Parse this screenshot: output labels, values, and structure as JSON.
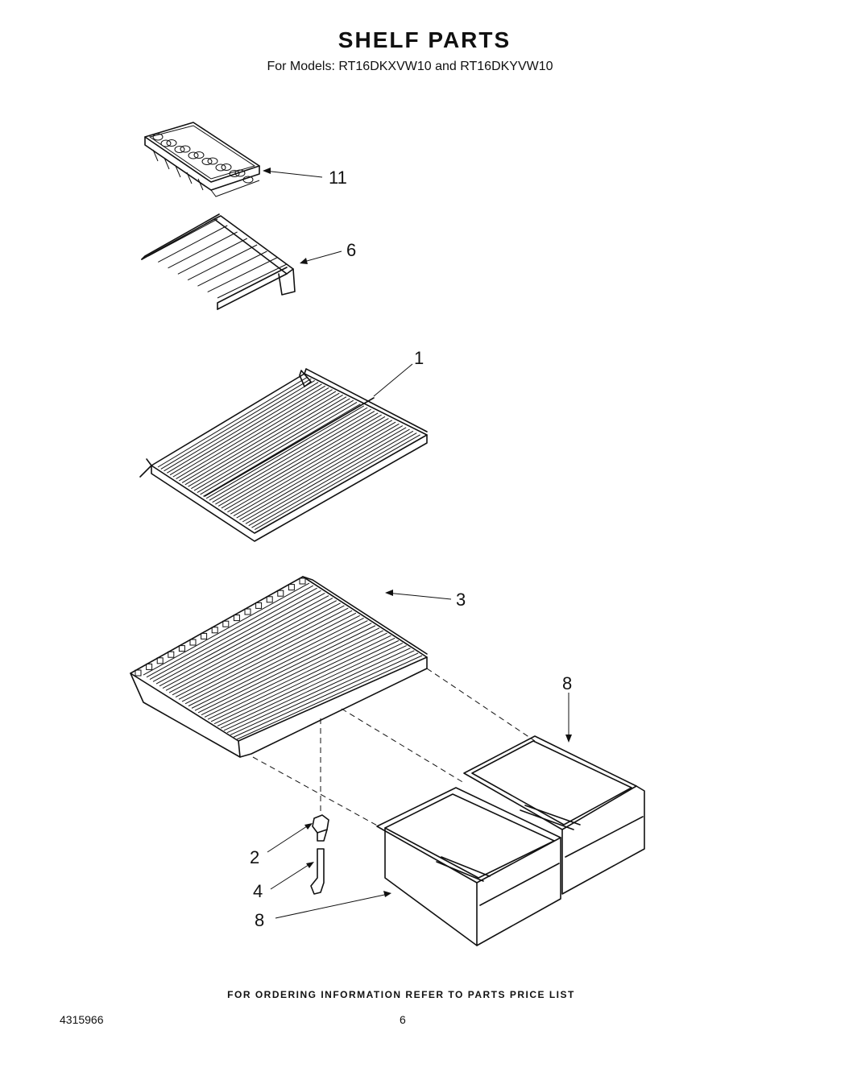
{
  "header": {
    "title": "SHELF PARTS",
    "subtitle": "For Models: RT16DKXVW10 and RT16DKYVW10"
  },
  "callouts": {
    "ice_tray": "11",
    "wire_rack": "6",
    "shelf_upper": "1",
    "shelf_crisper": "3",
    "crisper_right": "8",
    "support_top": "2",
    "support_rod": "4",
    "crisper_left": "8"
  },
  "footer": {
    "note": "FOR ORDERING INFORMATION REFER TO PARTS PRICE LIST",
    "doc_number": "4315966",
    "page_number": "6"
  }
}
